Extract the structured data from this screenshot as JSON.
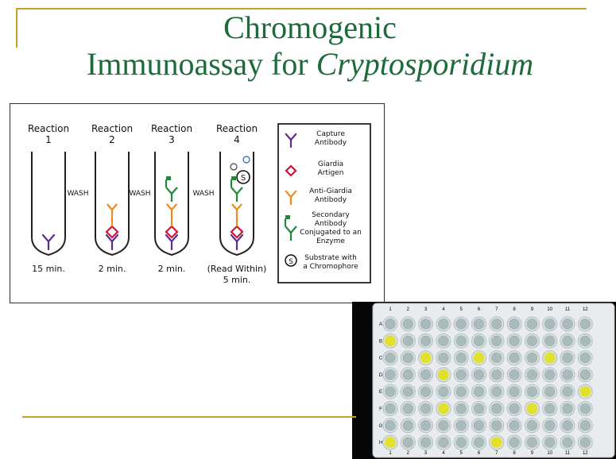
{
  "slide": {
    "title_line1": "Chromogenic",
    "title_line2_prefix": "Immunoassay for ",
    "title_line2_italic": "Cryptosporidium"
  },
  "diagram": {
    "reactions": [
      {
        "header": "Reaction",
        "number": "1",
        "time": "15 min.",
        "time_extra": ""
      },
      {
        "header": "Reaction",
        "number": "2",
        "time": "2 min.",
        "time_extra": ""
      },
      {
        "header": "Reaction",
        "number": "3",
        "time": "2 min.",
        "time_extra": ""
      },
      {
        "header": "Reaction",
        "number": "4",
        "time": "(Read Within)",
        "time_extra": "5 min."
      }
    ],
    "wash_label": "WASH",
    "legend": [
      {
        "icon": "capture-antibody-icon",
        "lines": [
          "Capture",
          "Antibody"
        ],
        "color": "#5b2d8e"
      },
      {
        "icon": "giardia-antigen-icon",
        "lines": [
          "Giardia",
          "Artigen"
        ],
        "color": "#d3123a"
      },
      {
        "icon": "anti-giardia-antibody-icon",
        "lines": [
          "Anti-Giardia",
          "Antibody"
        ],
        "color": "#f08a1c"
      },
      {
        "icon": "secondary-antibody-enzyme-icon",
        "lines": [
          "Secondary",
          "Antibody",
          "Conjugated to an",
          "Enzyme"
        ],
        "color": "#1e8a3a"
      },
      {
        "icon": "substrate-icon",
        "lines": [
          "Substrate with",
          "a Chromophore"
        ],
        "color": "#111111",
        "symbol": "S"
      }
    ]
  },
  "plate": {
    "columns": [
      "1",
      "2",
      "3",
      "4",
      "5",
      "6",
      "7",
      "8",
      "9",
      "10",
      "11",
      "12"
    ],
    "rows": [
      "A",
      "B",
      "C",
      "D",
      "E",
      "F",
      "G",
      "H"
    ],
    "positive_wells": [
      "B1",
      "C3",
      "C6",
      "C10",
      "D4",
      "E12",
      "F4",
      "F9",
      "H1",
      "H7"
    ],
    "colors": {
      "positive": "#e2e02e",
      "negative": "#9fb3b4",
      "plate": "#e9ecee"
    }
  }
}
